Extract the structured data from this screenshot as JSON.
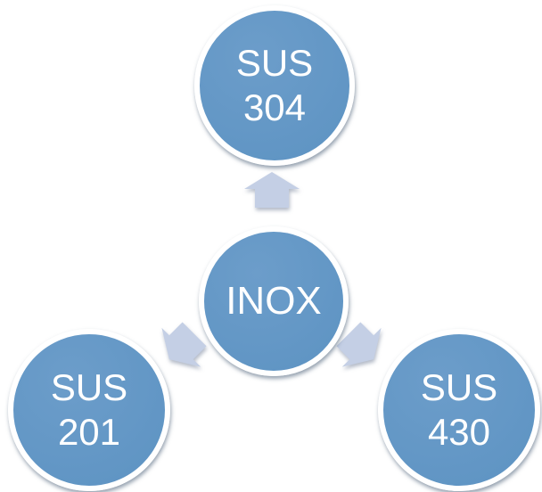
{
  "diagram": {
    "type": "radial-diverging",
    "center": {
      "label": "INOX"
    },
    "nodes": [
      {
        "id": "sus-304",
        "lines": [
          "SUS",
          "304"
        ],
        "position": "top"
      },
      {
        "id": "sus-201",
        "lines": [
          "SUS",
          "201"
        ],
        "position": "bottom-left"
      },
      {
        "id": "sus-430",
        "lines": [
          "SUS",
          "430"
        ],
        "position": "bottom-right"
      }
    ],
    "arrows": [
      {
        "name": "arrow-up",
        "direction": "up",
        "from": "INOX",
        "to": "SUS 304"
      },
      {
        "name": "arrow-down-left",
        "direction": "down-left",
        "from": "INOX",
        "to": "SUS 201"
      },
      {
        "name": "arrow-down-right",
        "direction": "down-right",
        "from": "INOX",
        "to": "SUS 430"
      }
    ],
    "colors": {
      "background": "#ffffff",
      "node_fill": "#6095c4",
      "node_fill_light": "#6c9dca",
      "node_border": "#ffffff",
      "arrow_fill": "#c4cfe5",
      "text": "#ffffff"
    }
  }
}
